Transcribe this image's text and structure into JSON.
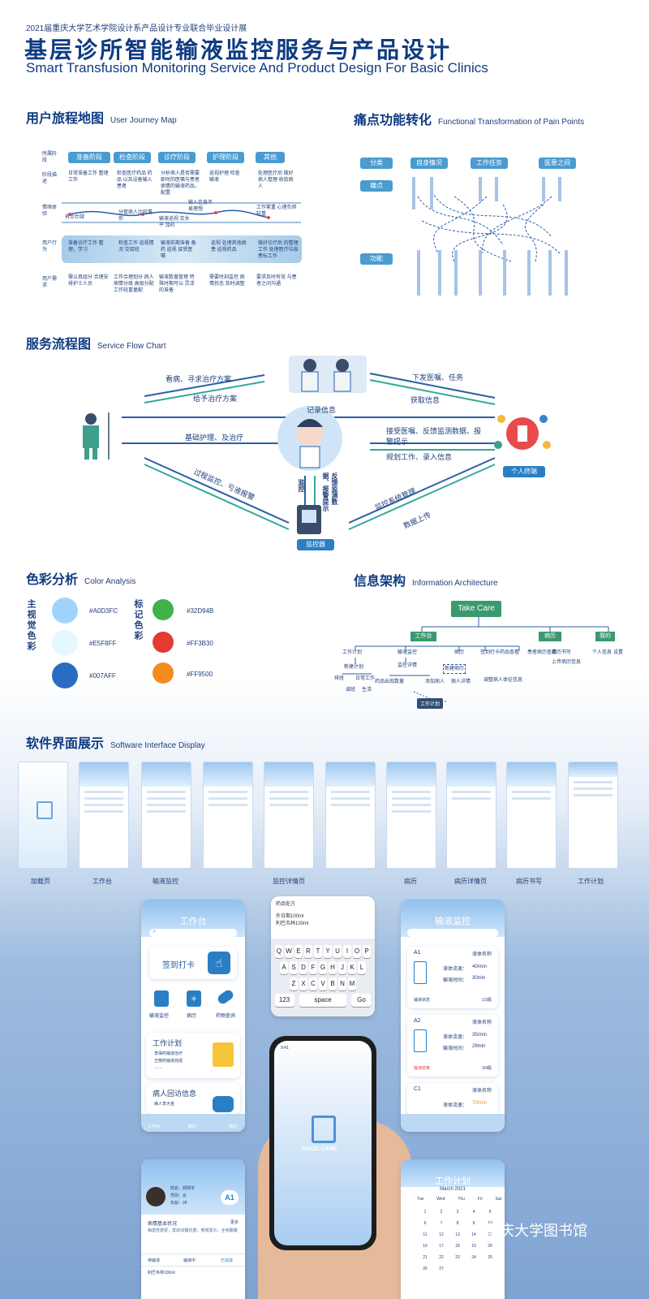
{
  "header": {
    "exhibit": "2021届重庆大学艺术学院设计系产品设计专业联合毕业设计展",
    "title": "基层诊所智能输液监控服务与产品设计",
    "subtitle": "Smart Transfusion Monitoring Service And Product Design For Basic Clinics"
  },
  "journey": {
    "title": "用户旅程地图",
    "title_en": "User Journey Map",
    "rows": [
      "所属阶段",
      "阶段描述",
      "情绪体验",
      "用户行为",
      "用户需求"
    ],
    "stages": [
      "准备阶段",
      "检查阶段",
      "诊疗阶段",
      "护理阶段",
      "其他"
    ],
    "descs": [
      "日常准备工作 整理工作",
      "检查医疗药品 药品 以及设备输入患者",
      "分析病人是否需要 即时的医嘱与患者 病情的输液药品，配置",
      "巡视护理 检查输液",
      "处理医疗后 做好病人整理 收拾病人"
    ],
    "emotions": [
      "有点忙碌",
      "分管病人比较重你",
      "输液巡视 交水平 加药",
      "输入信息不易理想",
      "工作繁重 心理负担较重"
    ],
    "behaviors": [
      "准备诊疗工作 整理，学习",
      "检查工作 巡视情况 交接班",
      "输液前期准备 备药 巡视 接受医嘱",
      "巡视 处理其他病患 巡视药品",
      "做好诊疗后 的整理工作 处理医疗垃圾 患标工作"
    ],
    "needs": [
      "需认真组分 合理安排护士人员",
      "工作合理划分 病人病情分级 高级分配 工作轻重量配",
      "输液数量管理 特殊时期可以 灵活的准备",
      "需要时刻监控 病情状态 及时调整",
      "要求及时有效 与患者之间沟通"
    ]
  },
  "pain": {
    "title": "痛点功能转化",
    "title_en": "Functional Transformation of Pain Points",
    "rows": [
      "分类",
      "痛点",
      "功能"
    ],
    "cols": [
      "自身情况",
      "工作任务",
      "医患之间"
    ]
  },
  "flow": {
    "title": "服务流程图",
    "title_en": "Service Flow Chart",
    "labels": [
      "看病、寻求治疗方案",
      "给予治疗方案",
      "下发医嘱、任务",
      "获取信息",
      "记录信息",
      "基础护理、及治疗",
      "接受医嘱、反馈监测数据、报警提示",
      "规划工作、录入信息",
      "过程监控、亏液报警",
      "监控系统管理",
      "数据上传",
      "反馈监测数据、报警提示",
      "监控"
    ],
    "nodes": [
      "个人终端",
      "监控器"
    ]
  },
  "color": {
    "title": "色彩分析",
    "title_en": "Color Analysis",
    "main_label": "主视觉色彩",
    "mark_label": "标记色彩",
    "main": [
      {
        "hex": "#A0D3FC"
      },
      {
        "hex": "#E5F8FF"
      },
      {
        "hex": "#007AFF"
      }
    ],
    "mark": [
      {
        "hex": "#32D94B"
      },
      {
        "hex": "#FF3B30"
      },
      {
        "hex": "#FF9500"
      }
    ]
  },
  "ia": {
    "title": "信息架构",
    "title_en": "Information Architecture",
    "root": "Take Care",
    "l1": [
      "工作台",
      "病历",
      "我的"
    ],
    "l2": [
      "工作计划",
      "输液监控",
      "病历",
      "签到打卡",
      "药品查看",
      "患者病历查看",
      "病历书写",
      "个人信息",
      "上传病历信息",
      "设置",
      "新建计划",
      "监控详情",
      "新建病历",
      "调整病人体征信息",
      "药品出现数量",
      "添加病人",
      "病人详情",
      "日常工作",
      "排班",
      "调班",
      "生活",
      "工作计划"
    ]
  },
  "software": {
    "title": "软件界面展示",
    "title_en": "Software Interface Display",
    "captions": [
      "加载页",
      "工作台",
      "输液监控",
      "监控详情页",
      "病历",
      "病历详情页",
      "病历书写",
      "工作计划"
    ]
  },
  "app": {
    "workbench_title": "工作台",
    "checkin": "签到打卡",
    "icons": [
      "输液监控",
      "病历",
      "药物查询"
    ],
    "plan_title": "工作计划",
    "plan_items": [
      "李得的输液治疗",
      "王丽的输液完成"
    ],
    "plan_more": "……",
    "revisit_title": "病人回访信息",
    "revisit_item": "病人李大金",
    "monitor_title": "输液监控",
    "monitors": [
      {
        "bed": "A1",
        "name": "液体名称",
        "speed_label": "液体流速：",
        "speed": "40/min",
        "time_label": "输液时间：",
        "time": "30min",
        "status": "输液状态",
        "count": "1/3瓶"
      },
      {
        "bed": "A2",
        "name": "液体名称",
        "speed_label": "液体流速：",
        "speed": "35/min",
        "time_label": "输液时间：",
        "time": "29min",
        "status": "输液结束",
        "count": "3/4瓶"
      },
      {
        "bed": "C1",
        "name": "液体名称",
        "speed_label": "液体流速：",
        "speed": "70/min"
      }
    ],
    "keyboard": {
      "note_title": "药品处方",
      "note_lines": [
        "外日期100ml",
        "利巴韦林100ml"
      ],
      "row1": [
        "Q",
        "W",
        "E",
        "R",
        "T",
        "Y",
        "U",
        "I",
        "O",
        "P"
      ],
      "row2": [
        "A",
        "S",
        "D",
        "F",
        "G",
        "H",
        "J",
        "K",
        "L"
      ],
      "row3": [
        "Z",
        "X",
        "C",
        "V",
        "B",
        "N",
        "M"
      ],
      "k123": "123",
      "space": "space",
      "go": "Go"
    },
    "brand": "GOOD CARE",
    "detail": {
      "name": "姓名：郑晴宇",
      "sex": "性别：女",
      "age": "年龄：28",
      "bed": "A1",
      "section": "病情基本状况",
      "more": "更多",
      "text": "病患性感冒，发烧39摄氏度，喉咙发炎，全身酸痛",
      "tabs": [
        "待输液",
        "输液中",
        "已完成"
      ],
      "line": "利巴韦林100ml"
    },
    "calendar": {
      "title": "工作计划",
      "month": "March 2021",
      "days": [
        "Tue",
        "Wed",
        "Thu",
        "Fri",
        "Sat"
      ],
      "nums": [
        "1",
        "2",
        "3",
        "4",
        "5",
        "6",
        "7",
        "8",
        "9",
        "10",
        "11",
        "12",
        "13",
        "14",
        "15",
        "16",
        "17",
        "18",
        "19",
        "20",
        "21",
        "22",
        "23",
        "24",
        "25",
        "26",
        "27"
      ]
    },
    "status_time": "9:41",
    "tabbar": [
      "工作台",
      "病历",
      "我的"
    ]
  },
  "library": "重庆大学图书馆"
}
